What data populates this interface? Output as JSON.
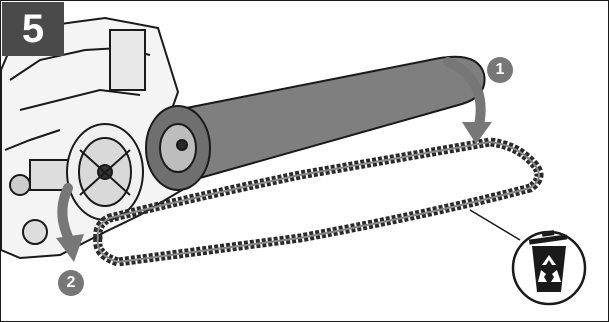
{
  "step": {
    "number": "5"
  },
  "callouts": [
    {
      "number": "1"
    },
    {
      "number": "2"
    }
  ],
  "icons": {
    "recycle_bin": "recycle-bin-icon",
    "curved_arrow": "curved-arrow-icon"
  },
  "colors": {
    "badge": "#4a4a4a",
    "callout": "#777777",
    "bar": "#7f7f7f",
    "outline": "#1a1a1a"
  }
}
